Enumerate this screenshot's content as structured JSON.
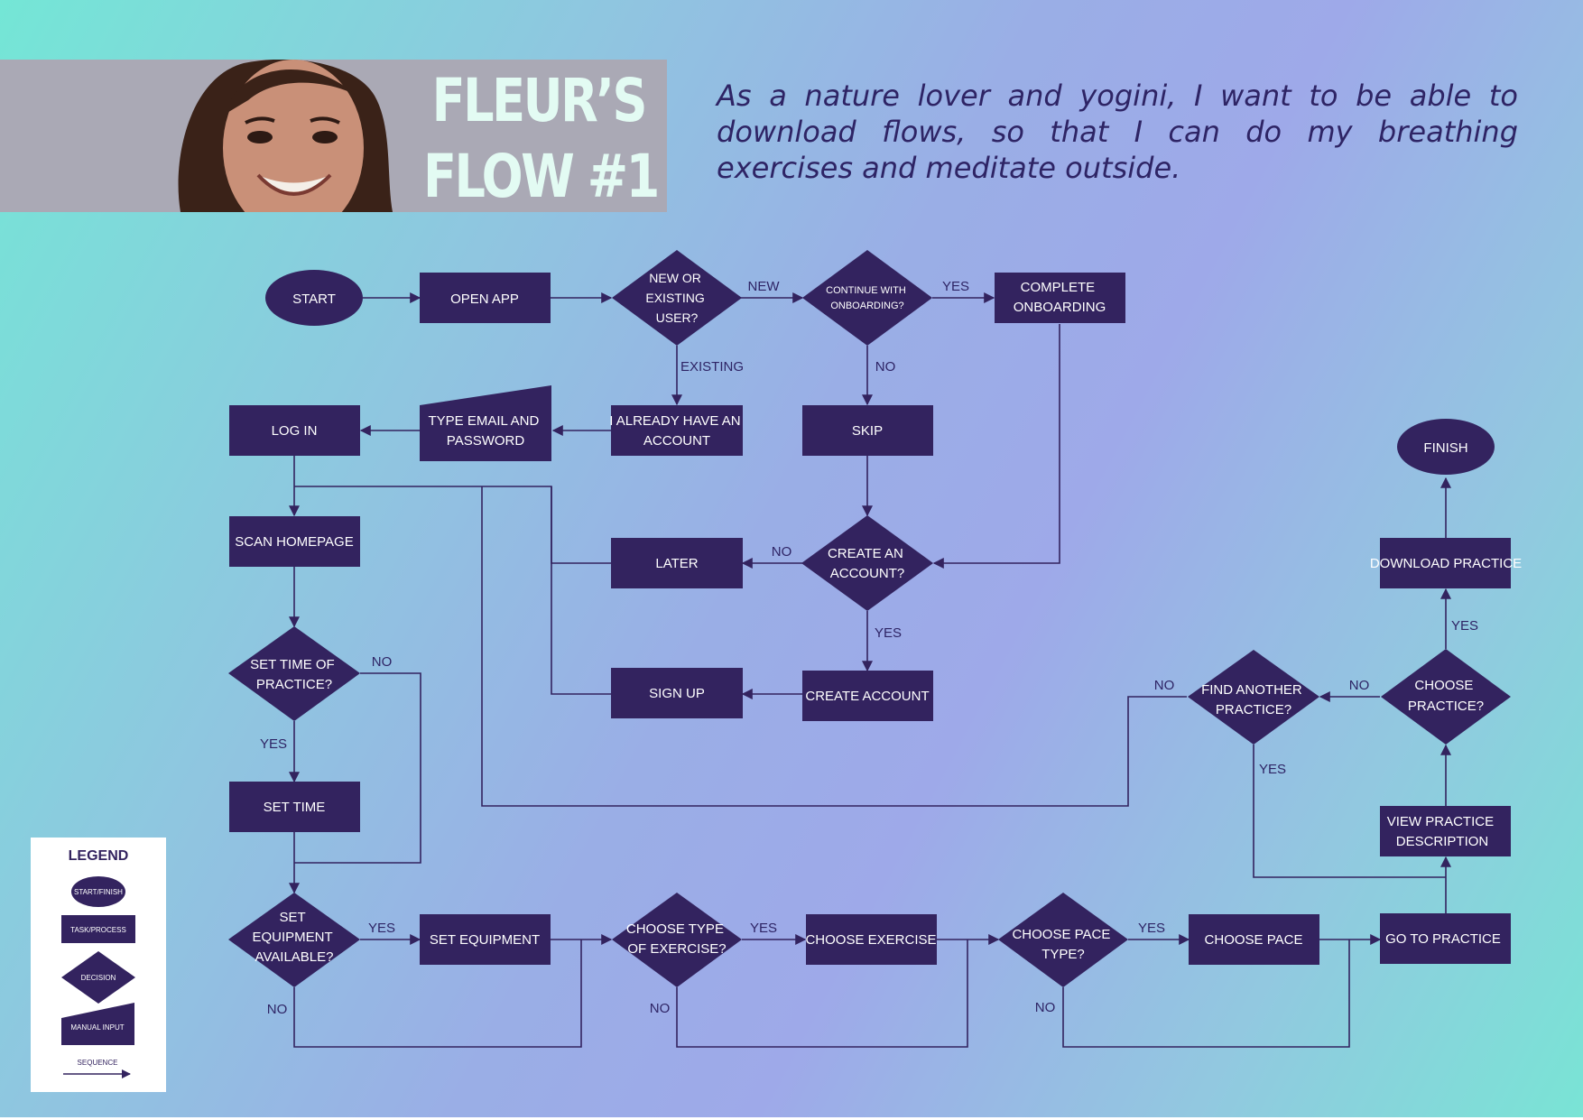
{
  "header": {
    "title_line1": "FLEUR’S",
    "title_line2": "FLOW #1",
    "quote": "As a nature lover and yogini, I want to be able to download flows, so that I can do my breathing exercises and meditate outside."
  },
  "colors": {
    "shape_fill": "#33235f",
    "shape_text": "#ffffff",
    "line": "#33235f",
    "label": "#2e2465",
    "title_text": "#e3fbf3",
    "banner_bg": "#aaa9b5"
  },
  "nodes": {
    "start": "START",
    "open_app": "OPEN APP",
    "new_or_existing": [
      "NEW OR",
      "EXISTING",
      "USER?"
    ],
    "continue_onboarding": [
      "CONTINUE WITH",
      "ONBOARDING?"
    ],
    "complete_onboarding": [
      "COMPLETE",
      "ONBOARDING"
    ],
    "already_account": [
      "I ALREADY HAVE AN",
      "ACCOUNT"
    ],
    "type_email": [
      "TYPE EMAIL AND",
      "PASSWORD"
    ],
    "log_in": "LOG IN",
    "skip": "SKIP",
    "scan_homepage": "SCAN HOMEPAGE",
    "later": "LATER",
    "create_account_q": [
      "CREATE AN",
      "ACCOUNT?"
    ],
    "set_time_q": [
      "SET TIME OF",
      "PRACTICE?"
    ],
    "sign_up": "SIGN UP",
    "create_account": "CREATE ACCOUNT",
    "set_time": "SET TIME",
    "set_equipment_q": [
      "SET",
      "EQUIPMENT",
      "AVAILABLE?"
    ],
    "set_equipment": "SET EQUIPMENT",
    "choose_type_q": [
      "CHOOSE TYPE",
      "OF EXERCISE?"
    ],
    "choose_exercise": "CHOOSE EXERCISE",
    "choose_pace_q": [
      "CHOOSE PACE",
      "TYPE?"
    ],
    "choose_pace": "CHOOSE PACE",
    "go_to_practice": "GO TO PRACTICE",
    "view_description": [
      "VIEW PRACTICE",
      "DESCRIPTION"
    ],
    "choose_practice_q": [
      "CHOOSE",
      "PRACTICE?"
    ],
    "find_another_q": [
      "FIND ANOTHER",
      "PRACTICE?"
    ],
    "download_practice": "DOWNLOAD PRACTICE",
    "finish": "FINISH"
  },
  "edge_labels": {
    "new": "NEW",
    "yes_onboarding": "YES",
    "existing": "EXISTING",
    "no_onboarding": "NO",
    "no_create": "NO",
    "yes_create": "YES",
    "no_set_time": "NO",
    "yes_set_time": "YES",
    "yes_equipment": "YES",
    "no_equipment": "NO",
    "yes_type": "YES",
    "no_type": "NO",
    "yes_pace": "YES",
    "no_pace": "NO",
    "no_choose": "NO",
    "no_find": "NO",
    "yes_find": "YES",
    "yes_download": "YES"
  },
  "legend": {
    "title": "LEGEND",
    "start_finish": "START/FINISH",
    "task": "TASK/PROCESS",
    "decision": "DECISION",
    "manual_input": "MANUAL INPUT",
    "sequence": "SEQUENCE"
  }
}
